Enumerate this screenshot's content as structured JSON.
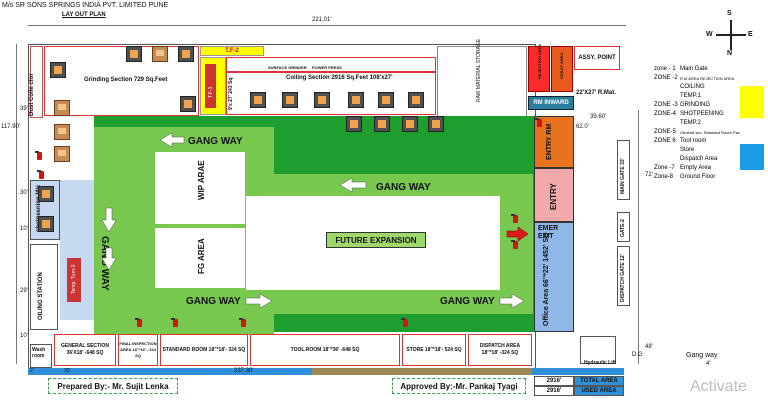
{
  "header": {
    "company": "M/s SR SONS SPRINGS INDIA  PVT. LIMITED PUNE",
    "subtitle": "LAY OUT PLAN"
  },
  "dims": {
    "top": "221.01'",
    "left": "117.90'",
    "d39": "39'",
    "d30": "30'",
    "d10a": "10'",
    "d29": "29'",
    "d10b": "10'",
    "bottom": "237.30'",
    "d2": "2'",
    "d30b": "30'",
    "d3960": "39.60'",
    "d620": "62.0'",
    "d72": "72'",
    "d48": "48'",
    "gangway": "Gang way",
    "gangway_w": "4'"
  },
  "rooms": {
    "grinding": "Grinding Section 729 Sq.Feet",
    "dust": "Dust Colle ctor",
    "tf2": "T.F-2",
    "tf1": "T.F-1",
    "tf1_area": "9'x 27' 243 Sq",
    "surface_grinder": "SURFACE GRINDER",
    "power_press": "POWER PRESS",
    "coiling": "Coiling Section 2916 Sq.Feet  108'x27'",
    "raw": "RAW MATERIAL STORAGE",
    "rejection": "REJECTION AREA",
    "scrap": "SCRAP AREA",
    "assy": "ASSY. POINT",
    "rm_inward": "RM INWARD",
    "rm_mat": "22'X27' R.Mat.",
    "entry_rm": "ENTRY RM",
    "entry": "ENTRY",
    "emer_exit": "EMER EXIT",
    "office": "Office Area 66''*22' 1452' SQ",
    "shotpeening": "shotpeening M/c",
    "wip": "WIP ARAE",
    "fg": "FG AREA",
    "future": "FUTURE EXPANSION",
    "temp": "Temp. Turn-3",
    "oiling": "OILING STATION",
    "washroom": "Wash room",
    "general": "GENERAL SECTION 36'X18' -648 SQ",
    "final_insp": "FINAL INSPECTION AREA 18''*18' - 324 SQ",
    "standard": "STANDARD ROOM 18''*18'- 324 SQ",
    "toolroom": "TOOL.ROOM 18''*36' -648 SQ",
    "store": "STORE 18''*18'- 524 SQ",
    "dispatch": "DISPATCH AREA 18''*18' -324 SQ",
    "hydraulic": "Hydraulic Lift",
    "dg": "D.G",
    "main_gate": "MAIN GATE 33'",
    "gate2": "GATE-2",
    "dispatch_gate": "DISPATCH GATE 12'",
    "gang1": "GANG WAY",
    "gang2": "GANG WAY",
    "gang3": "GANG WAY",
    "gang4": "GANG WAY",
    "gang5": "GANG WAY"
  },
  "footer": {
    "prepared": "Prepared By:- Mr. Sujit Lenka",
    "approved": "Approved By:-Mr. Pankaj Tyagi",
    "total_val": "2916'",
    "used_val": "2916'",
    "total_label": "TOTAL AREA",
    "used_label": "USED AREA"
  },
  "compass": {
    "n": "S",
    "e": "E",
    "w": "W",
    "s": "N"
  },
  "legend": [
    {
      "zone": "zone - 1",
      "label": "Main Gate",
      "color": ""
    },
    {
      "zone": "ZONE -2",
      "label": "R.M AREA REJECTION AREA",
      "color": ""
    },
    {
      "zone": "",
      "label": "COILING",
      "color": "#ffff00"
    },
    {
      "zone": "",
      "label": "TEMP.1",
      "color": ""
    },
    {
      "zone": "ZONE -3",
      "label": "GRINDING",
      "color": ""
    },
    {
      "zone": "ZONE-4",
      "label": "SHOTPEENING",
      "color": ""
    },
    {
      "zone": "",
      "label": "TEMP.2",
      "color": ""
    },
    {
      "zone": "ZONE-5",
      "label": "General sec. Standard Room Packing",
      "color": "#1a9be6"
    },
    {
      "zone": "ZONE 6",
      "label": "Tool room",
      "color": ""
    },
    {
      "zone": "",
      "label": "Store",
      "color": ""
    },
    {
      "zone": "",
      "label": "Dispatch Area",
      "color": ""
    },
    {
      "zone": "Zone -7",
      "label": "Empty Area",
      "color": ""
    },
    {
      "zone": "Zone-8",
      "label": "Ground Floor",
      "color": ""
    }
  ],
  "watermark": "Activate"
}
